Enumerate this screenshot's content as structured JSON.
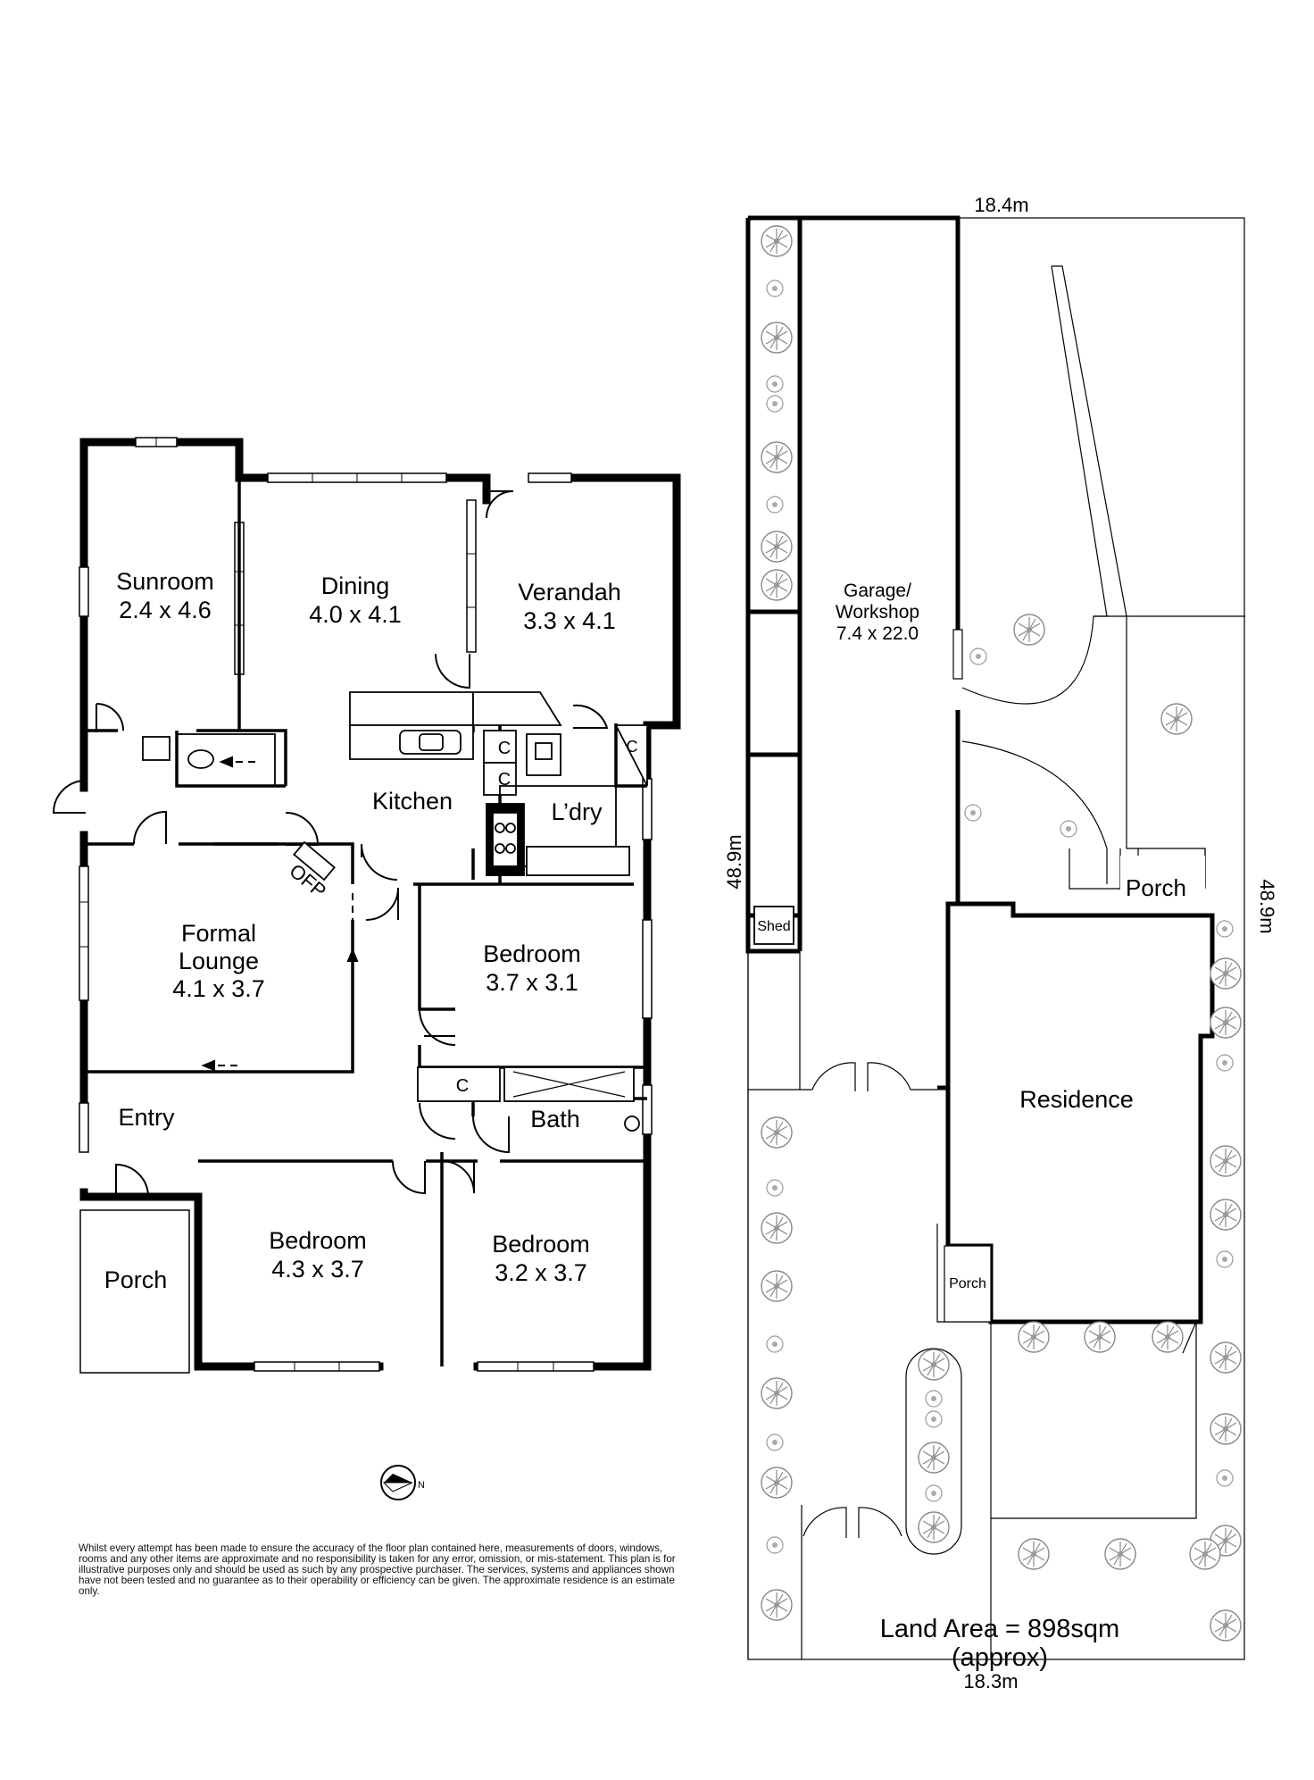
{
  "floor_plan": {
    "rooms": [
      {
        "name": "Sunroom",
        "size": "2.4 x 4.6"
      },
      {
        "name": "Dining",
        "size": "4.0 x 4.1"
      },
      {
        "name": "Verandah",
        "size": "3.3 x 4.1"
      },
      {
        "name": "Kitchen"
      },
      {
        "name": "L’dry"
      },
      {
        "name": "Formal\nLounge",
        "line1": "Formal",
        "line2": "Lounge",
        "size": "4.1 x 3.7"
      },
      {
        "name": "Bedroom",
        "size": "3.7 x 3.1"
      },
      {
        "name": "Bath"
      },
      {
        "name": "Entry"
      },
      {
        "name": "Porch"
      },
      {
        "name": "Bedroom",
        "size": "4.3 x 3.7"
      },
      {
        "name": "Bedroom",
        "size": "3.2 x 3.7"
      }
    ],
    "fixtures": {
      "cupboard": "C",
      "fireplace": "OFP"
    },
    "compass_label": "N"
  },
  "site_plan": {
    "dimensions": {
      "top": "18.4m",
      "bottom": "18.3m",
      "left": "48.9m",
      "right": "48.9m"
    },
    "labels": {
      "garage_line1": "Garage/",
      "garage_line2": "Workshop",
      "garage_size": "7.4 x 22.0",
      "residence": "Residence",
      "porch_rear": "Porch",
      "porch_front": "Porch",
      "shed": "Shed"
    },
    "land_area_line1": "Land Area = 898sqm",
    "land_area_line2": "(approx)"
  },
  "disclaimer": "Whilst every attempt has been made to ensure the accuracy of the floor plan contained here, measurements of doors, windows, rooms and any other items are approximate and no responsibility is taken for any error, omission, or mis-statement.  This plan is for illustrative purposes only and should be used as such by any prospective purchaser.  The services, systems and appliances shown have not been tested and no guarantee as to their operability or efficiency can be given.  The approximate residence is an estimate only."
}
